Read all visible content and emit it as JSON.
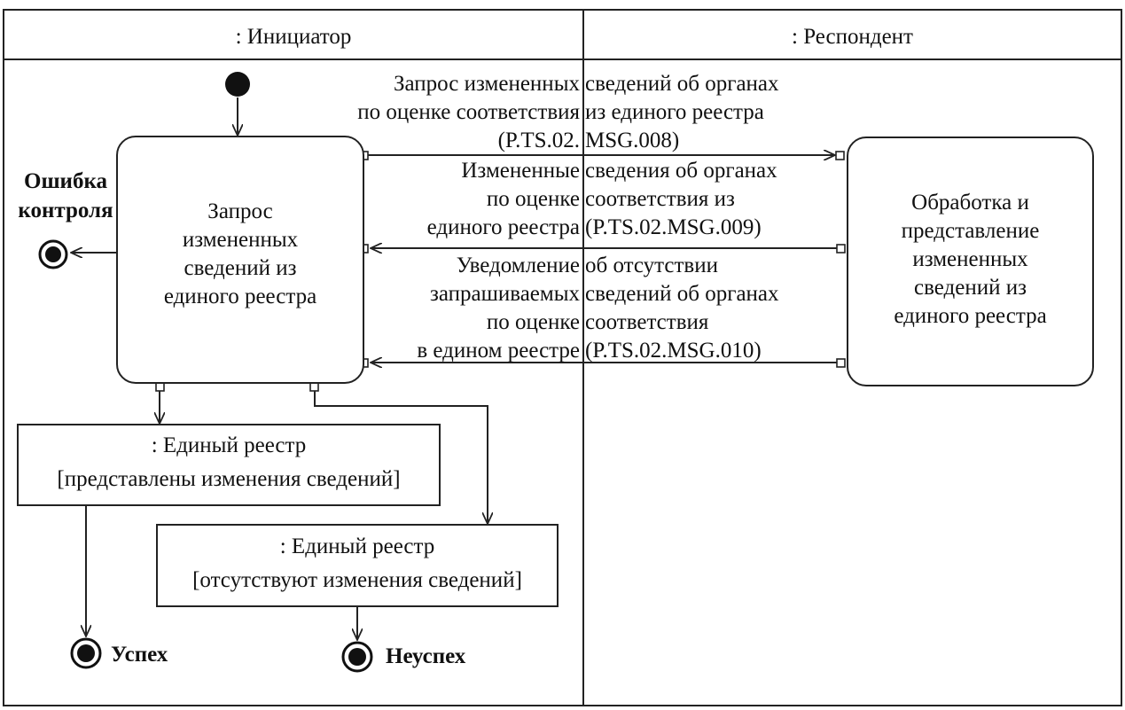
{
  "lanes": {
    "initiator": ": Инициатор",
    "respondent": ": Респондент"
  },
  "activities": {
    "request": [
      "Запрос",
      "измененных",
      "сведений из",
      "единого реестра"
    ],
    "process": [
      "Обработка и",
      "представление",
      "измененных",
      "сведений из",
      "единого реестра"
    ]
  },
  "messages": {
    "m1_left": [
      "Запрос измененных",
      "по оценке соответствия",
      "(P.TS.02."
    ],
    "m1_right": [
      "сведений об органах",
      "из единого реестра",
      "MSG.008)"
    ],
    "m2_left": [
      "Измененные",
      "по оценке",
      "единого реестра"
    ],
    "m2_right": [
      "сведения об органах",
      "соответствия из",
      "(P.TS.02.MSG.009)"
    ],
    "m3_left": [
      "Уведомление",
      "запрашиваемых",
      "по оценке",
      "в едином реестре"
    ],
    "m3_right": [
      "об отсутствии",
      "сведений об органах",
      "соответствия",
      "(P.TS.02.MSG.010)"
    ]
  },
  "objects": {
    "presented": {
      "name": ": Единый реестр",
      "state": "[представлены изменения сведений]"
    },
    "absent": {
      "name": ": Единый реестр",
      "state": "[отсутствуют изменения сведений]"
    }
  },
  "finals": {
    "error": [
      "Ошибка",
      "контроля"
    ],
    "success": "Успех",
    "failure": "Неуспех"
  }
}
